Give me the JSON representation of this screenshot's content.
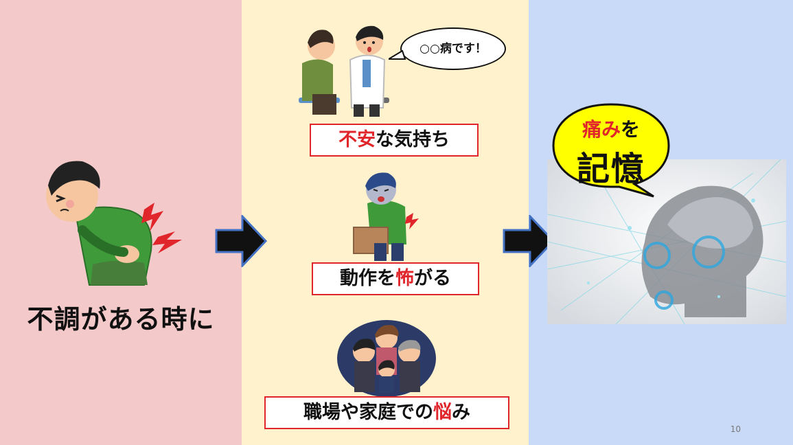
{
  "left": {
    "caption": "不調がある時に",
    "illustration_icon": "back-pain-person-icon"
  },
  "middle": {
    "speech": "○○病です！",
    "items": [
      {
        "red": "不安",
        "rest": "な気持ち",
        "icon": "doctor-patient-icon"
      },
      {
        "pre": "動作を",
        "red": "怖",
        "post": "がる",
        "icon": "lifting-box-pain-icon"
      },
      {
        "pre": "職場や家庭での",
        "red": "悩",
        "post": "み",
        "icon": "stressed-people-icon"
      }
    ]
  },
  "right": {
    "bubble_line1_red": "痛み",
    "bubble_line1_rest": "を",
    "bubble_line2": "記憶",
    "image_icon": "digital-brain-head-icon"
  },
  "colors": {
    "left_bg": "#f3c9ca",
    "middle_bg": "#fff2cc",
    "right_bg": "#c9daf8",
    "accent_red": "#e0262b",
    "bubble_yellow": "#ffff00"
  },
  "page_number": "10"
}
